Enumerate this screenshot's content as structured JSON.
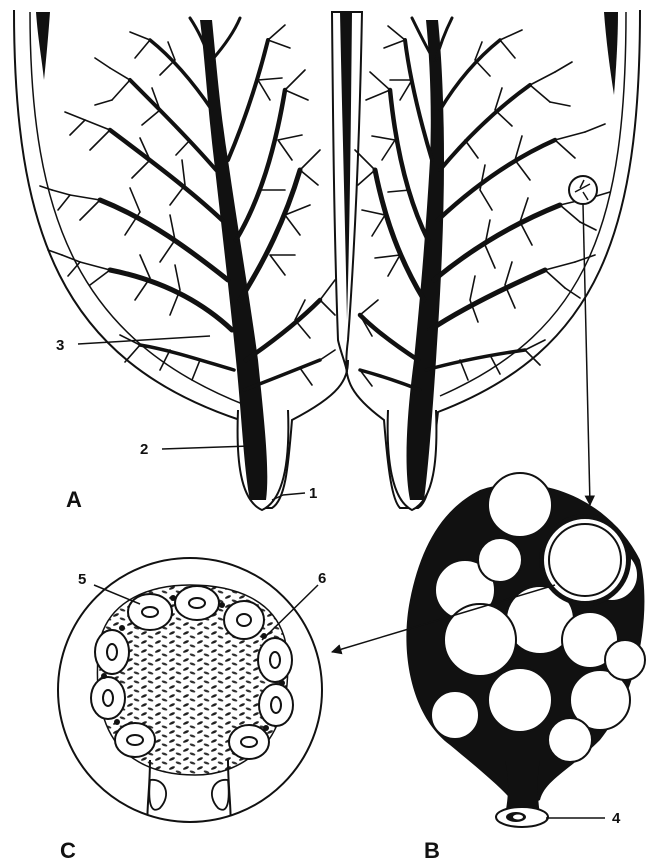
{
  "figure": {
    "panel_labels": {
      "a": "A",
      "b": "B",
      "c": "C"
    },
    "callouts": {
      "c1": "1",
      "c2": "2",
      "c3": "3",
      "c4": "4",
      "c5": "5",
      "c6": "6"
    },
    "ink_color": "#111111",
    "paper_color": "#ffffff"
  }
}
